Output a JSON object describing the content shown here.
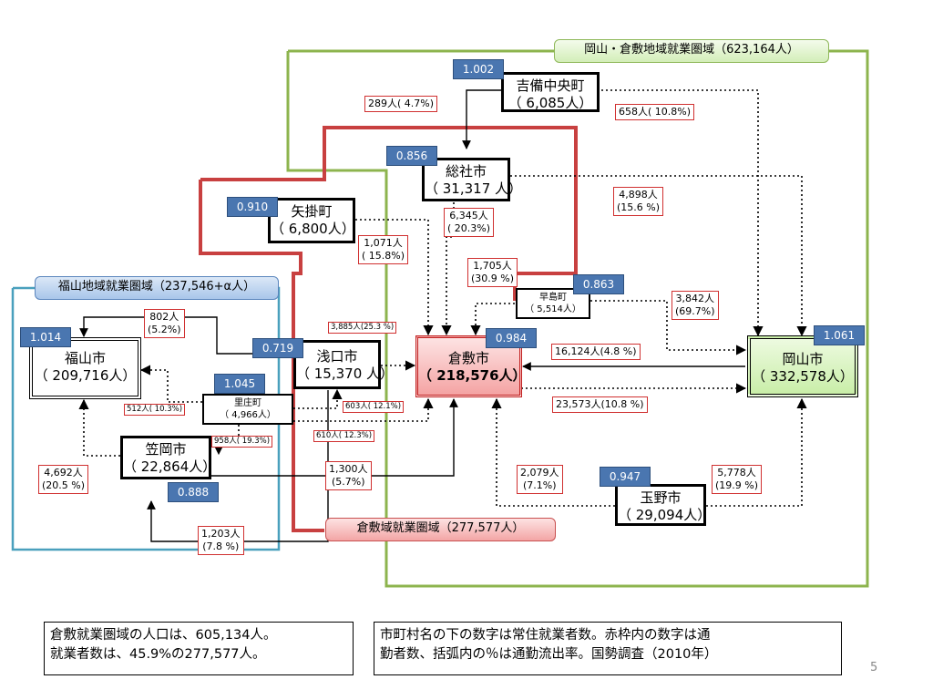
{
  "regions": {
    "okayama": "岡山・倉敷地域就業圏域（623,164人）",
    "fukuyama": "福山地域就業圏域（237,546+α人）",
    "kurashiki": "倉敷域就業圏域（277,577人）"
  },
  "nodes": {
    "kibichuo": {
      "name": "吉備中央町",
      "count": "（ 6,085人）",
      "index": "1.002"
    },
    "soja": {
      "name": "総社市",
      "count": "（ 31,317 人）",
      "index": "0.856"
    },
    "yakage": {
      "name": "矢掛町",
      "count": "（ 6,800人）",
      "index": "0.910"
    },
    "hayashima": {
      "name": "早島町",
      "count": "（ 5,514人）",
      "index": "0.863"
    },
    "fukuyama": {
      "name": "福山市",
      "count": "（ 209,716人）",
      "index": "1.014"
    },
    "asakuchi": {
      "name": "浅口市",
      "count": "（ 15,370 人）",
      "index": "0.719"
    },
    "kurashiki": {
      "name": "倉敷市",
      "count": "（ 218,576人）",
      "index": "0.984"
    },
    "okayama": {
      "name": "岡山市",
      "count": "（ 332,578人）",
      "index": "1.061"
    },
    "satosho": {
      "name": "里庄町",
      "count": "（ 4,966人）",
      "index": "1.045"
    },
    "kasaoka": {
      "name": "笠岡市",
      "count": "（ 22,864人）",
      "index": "0.888"
    },
    "tamano": {
      "name": "玉野市",
      "count": "（ 29,094人）",
      "index": "0.947"
    }
  },
  "flows": {
    "f289": "289人( 4.7%)",
    "f658": "658人( 10.8%)",
    "f4898_a": "4,898人",
    "f4898_b": "(15.6 %)",
    "f6345_a": "6,345人",
    "f6345_b": "( 20.3%)",
    "f1071_a": "1,071人",
    "f1071_b": "( 15.8%)",
    "f1705_a": "1,705人",
    "f1705_b": "(30.9 %)",
    "f3842_a": "3,842人",
    "f3842_b": "(69.7%)",
    "f802_a": "802人",
    "f802_b": "(5.2%)",
    "f3885": "3,885人(25.3 %)",
    "f16124": "16,124人(4.8 %)",
    "f23573": "23,573人(10.8 %)",
    "f512": "512人( 10.3%)",
    "f603": "603人( 12.1%)",
    "f958": "958人( 19.3%)",
    "f610": "610人( 12.3%)",
    "f4692_a": "4,692人",
    "f4692_b": "(20.5 %)",
    "f1300_a": "1,300人",
    "f1300_b": "(5.7%)",
    "f2079_a": "2,079人",
    "f2079_b": "(7.1%)",
    "f5778_a": "5,778人",
    "f5778_b": "(19.9 %)",
    "f1203_a": "1,203人",
    "f1203_b": "(7.8 %)"
  },
  "notes": {
    "left_1": "倉敷就業圏域の人口は、605,134人。",
    "left_2": "就業者数は、45.9%の277,577人。",
    "right_1": "市町村名の下の数字は常住就業者数。赤枠内の数字は通",
    "right_2": "勤者数、括弧内の％は通勤流出率。国勢調査（2010年）"
  },
  "page_number": "5"
}
